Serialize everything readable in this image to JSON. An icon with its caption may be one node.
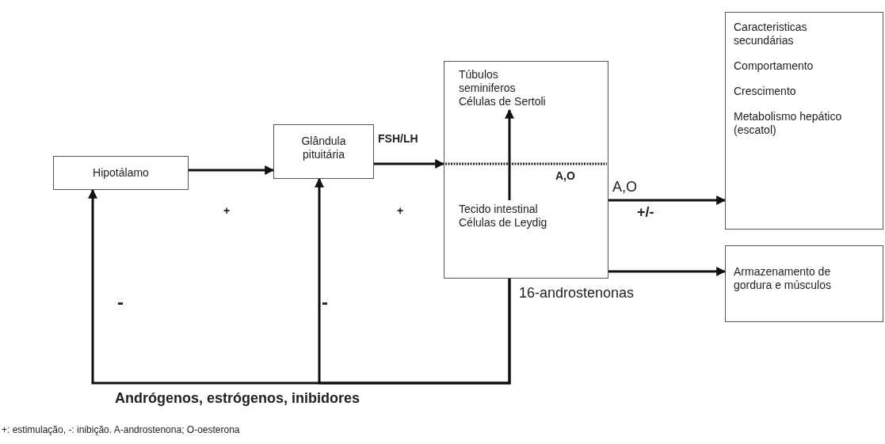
{
  "diagram": {
    "caption": "+: estimulação, -: inibição. A-androstenona; O-oesterona",
    "nodes": [
      {
        "text": [
          "Hipotálamo"
        ]
      },
      {
        "text": [
          "Glândula pituitária"
        ]
      },
      {
        "text": [],
        "shape": "box"
      },
      {
        "text": [
          "Túbulos seminiferos Células de Sertoli"
        ],
        "in": 2
      },
      {
        "text": [
          "Tecido intestinal Células de Leydig"
        ],
        "in": 2
      },
      {
        "text": [
          "Caracteristicas secundárias",
          "Comportamento",
          "Crescimento",
          "Metabolismo hepático (escatol)"
        ]
      },
      {
        "text": [
          "Armazenamento de gordura e músculos"
        ]
      }
    ],
    "edges": [
      {
        "from": 0,
        "to": 1,
        "arrow": "to"
      },
      {
        "from": 1,
        "to": 2,
        "arrow": "to",
        "label": "FSH/LH"
      },
      {
        "from": 4,
        "to": 3,
        "arrow": "to"
      },
      {
        "from": 2,
        "to": 5,
        "arrow": "to",
        "label": "A,O"
      },
      {
        "from": 2,
        "to": 6,
        "arrow": "to"
      },
      {
        "from": 2,
        "to": 0,
        "arrow": "to"
      },
      {
        "from": 2,
        "to": 1,
        "arrow": "to"
      }
    ],
    "labels": [
      "+",
      "+",
      "A,O",
      "+/-",
      "16-androstenonas",
      "-",
      "-",
      "Andrógenos, estrógenos, inibidores"
    ]
  }
}
